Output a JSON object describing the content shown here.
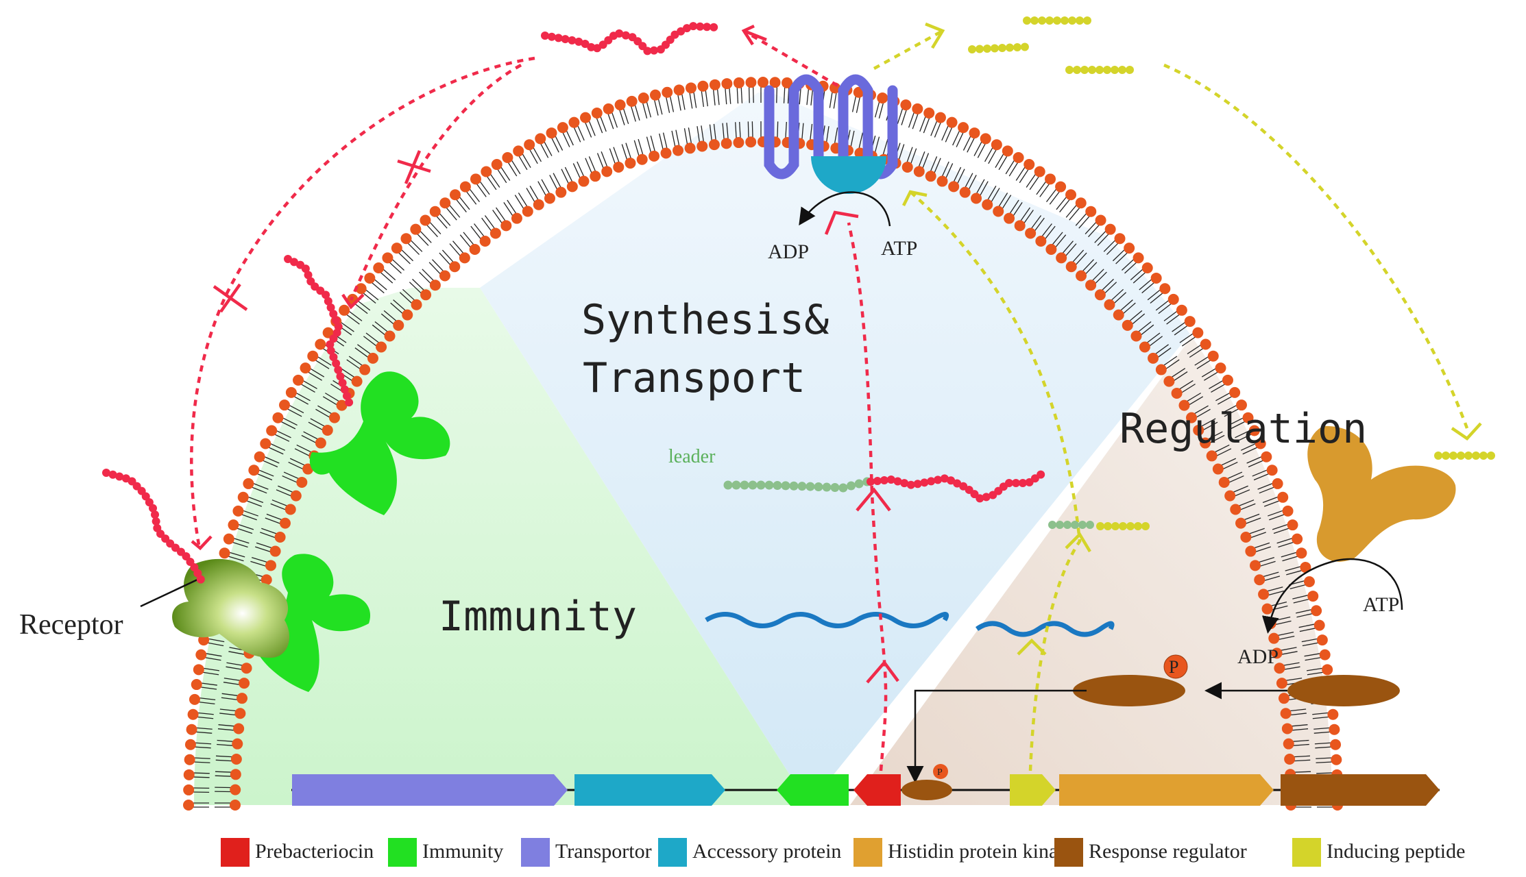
{
  "regions": {
    "synthesis_line1": "Synthesis&",
    "synthesis_line2": "Transport",
    "immunity": "Immunity",
    "regulation": "Regulation"
  },
  "labels": {
    "receptor": "Receptor",
    "leader": "leader",
    "adp_top": "ADP",
    "atp_top": "ATP",
    "adp_right": "ADP",
    "atp_right": "ATP",
    "phospho": "P",
    "phospho_small": "P"
  },
  "legend": [
    {
      "label": "Prebacteriocin",
      "color": "#e0201c"
    },
    {
      "label": "Immunity",
      "color": "#22e022"
    },
    {
      "label": "Transportor",
      "color": "#7f7fe0"
    },
    {
      "label": "Accessory protein",
      "color": "#1ea8c8"
    },
    {
      "label": "Histidin protein kinase",
      "color": "#e0a030"
    },
    {
      "label": "Response regulator",
      "color": "#9a5410"
    },
    {
      "label": "Inducing peptide",
      "color": "#d4d42a"
    }
  ],
  "colors": {
    "membrane_head": "#e8561e",
    "bacteriocin": "#f02a4a",
    "inducing": "#d4d42a",
    "leader": "#8cc08c",
    "mrna": "#1a78c2"
  }
}
